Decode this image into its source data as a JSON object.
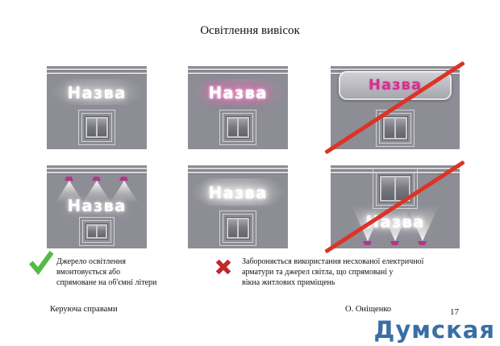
{
  "title": "Освітлення вивісок",
  "panels": [
    {
      "sign": "Назва"
    },
    {
      "sign": "Назва"
    },
    {
      "sign": "Назва"
    },
    {
      "sign": "Назва"
    },
    {
      "sign": "Назва"
    },
    {
      "sign": "Назва"
    }
  ],
  "legend": {
    "allowed_lines": [
      "Джерело освітлення",
      "вмонтовується або",
      "спрямоване на об'ємні літери"
    ],
    "forbidden_lines": [
      "Забороняється використання несхованої електричної",
      "арматури та джерел світла, що спрямовані у",
      "вікна житлових приміщень"
    ]
  },
  "footer": {
    "left_signature": "Керуюча справами",
    "right_signature": "О. Оніщенко",
    "page_number": "17"
  },
  "watermark": "Думская",
  "colors": {
    "facade_gray": "#8d8d95",
    "sign_magenta": "#d6308f",
    "cross_red": "#dd3327",
    "check_green": "#55bb48",
    "x_red": "#c1272d",
    "watermark_blue": "#3a6fa5"
  }
}
